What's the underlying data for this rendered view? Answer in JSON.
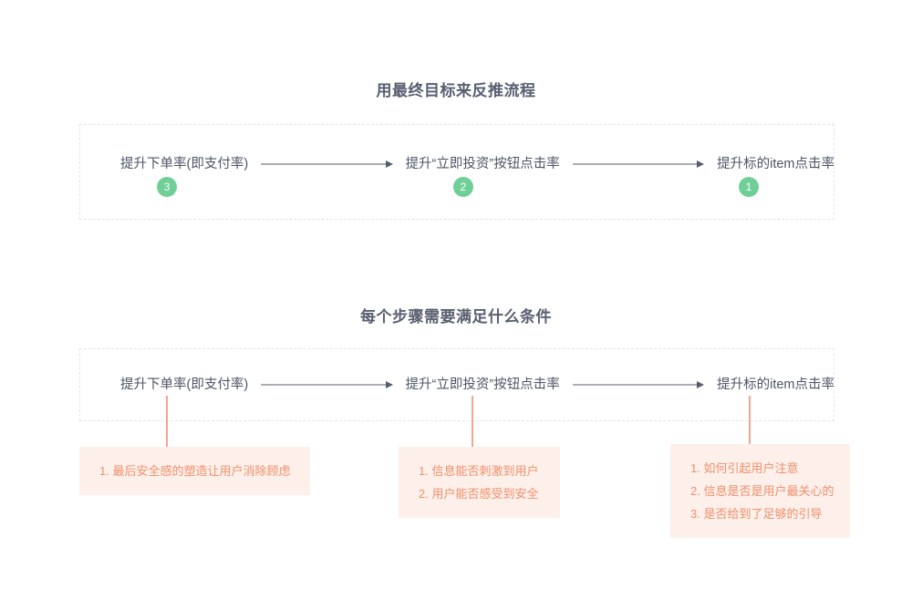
{
  "page": {
    "background": "#ffffff",
    "text_color": "#4e5566",
    "accent_green": "#6fcf97",
    "accent_salmon": "#ef8f6a",
    "pink_bg": "#fdf0eb",
    "dashed_border": "#e2e4ea"
  },
  "sections": [
    {
      "title": "用最终目标来反推流程",
      "nodes": [
        {
          "label": "提升下单率(即支付率)",
          "badge": "3"
        },
        {
          "label": "提升“立即投资”按钮点击率",
          "badge": "2"
        },
        {
          "label": "提升标的item点击率",
          "badge": "1"
        }
      ]
    },
    {
      "title": "每个步骤需要满足什么条件",
      "nodes": [
        {
          "label": "提升下单率(即支付率)"
        },
        {
          "label": "提升“立即投资”按钮点击率"
        },
        {
          "label": "提升标的item点击率"
        }
      ],
      "conditions": [
        {
          "items": [
            "1. 最后安全感的塑造让用户消除顾虑"
          ]
        },
        {
          "items": [
            "1. 信息能否刺激到用户",
            "2. 用户能否感受到安全"
          ]
        },
        {
          "items": [
            "1. 如何引起用户注意",
            "2. 信息是否是用户最关心的",
            "3. 是否给到了足够的引导"
          ]
        }
      ]
    }
  ]
}
